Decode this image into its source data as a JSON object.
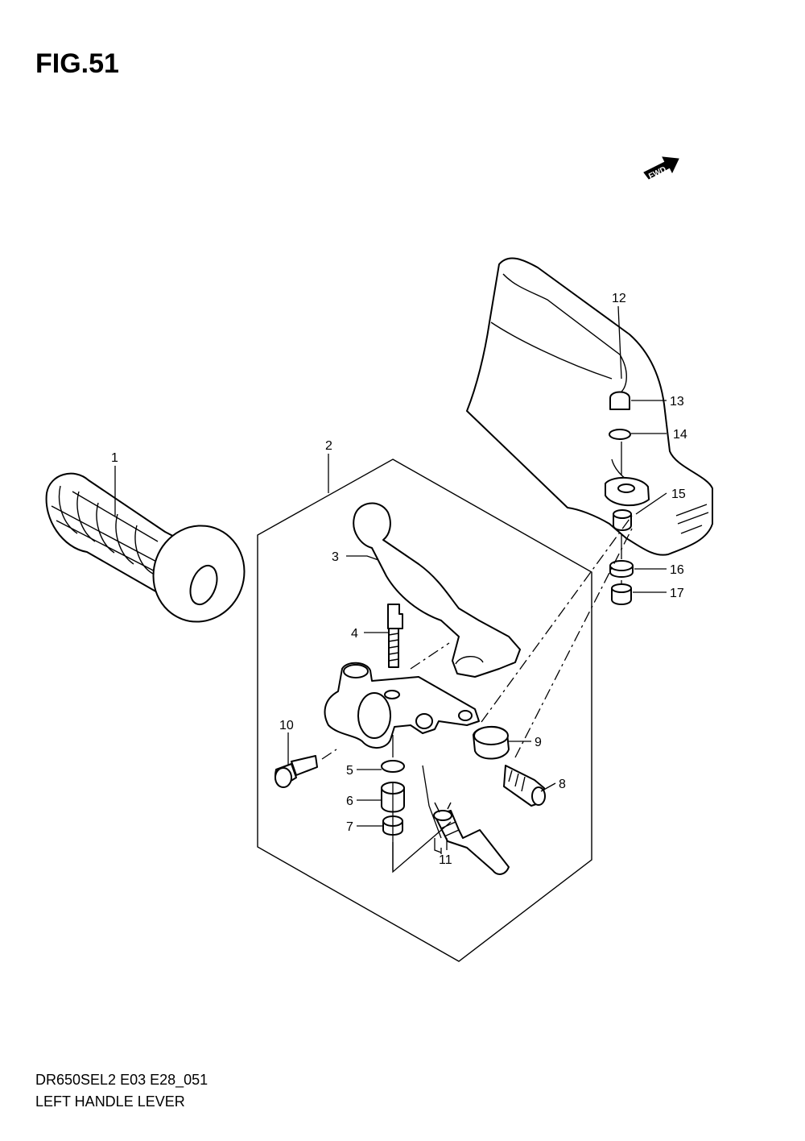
{
  "figure": {
    "title": "FIG.51",
    "model_code": "DR650SEL2 E03 E28_051",
    "name": "LEFT HANDLE LEVER",
    "fwd_label": "FWD"
  },
  "callouts": [
    {
      "id": "part-1",
      "number": "1",
      "part": "grip"
    },
    {
      "id": "part-2",
      "number": "2",
      "part": "lever assembly"
    },
    {
      "id": "part-3",
      "number": "3",
      "part": "lever"
    },
    {
      "id": "part-4",
      "number": "4",
      "part": "bolt"
    },
    {
      "id": "part-5",
      "number": "5",
      "part": "washer"
    },
    {
      "id": "part-6",
      "number": "6",
      "part": "spacer"
    },
    {
      "id": "part-7",
      "number": "7",
      "part": "nut"
    },
    {
      "id": "part-8",
      "number": "8",
      "part": "adjuster"
    },
    {
      "id": "part-9",
      "number": "9",
      "part": "nut"
    },
    {
      "id": "part-10",
      "number": "10",
      "part": "screw"
    },
    {
      "id": "part-11",
      "number": "11",
      "part": "switch"
    },
    {
      "id": "part-12",
      "number": "12",
      "part": "hand guard"
    },
    {
      "id": "part-13",
      "number": "13",
      "part": "cap"
    },
    {
      "id": "part-14",
      "number": "14",
      "part": "washer"
    },
    {
      "id": "part-15",
      "number": "15",
      "part": "spacer"
    },
    {
      "id": "part-16",
      "number": "16",
      "part": "washer"
    },
    {
      "id": "part-17",
      "number": "17",
      "part": "nut"
    }
  ]
}
